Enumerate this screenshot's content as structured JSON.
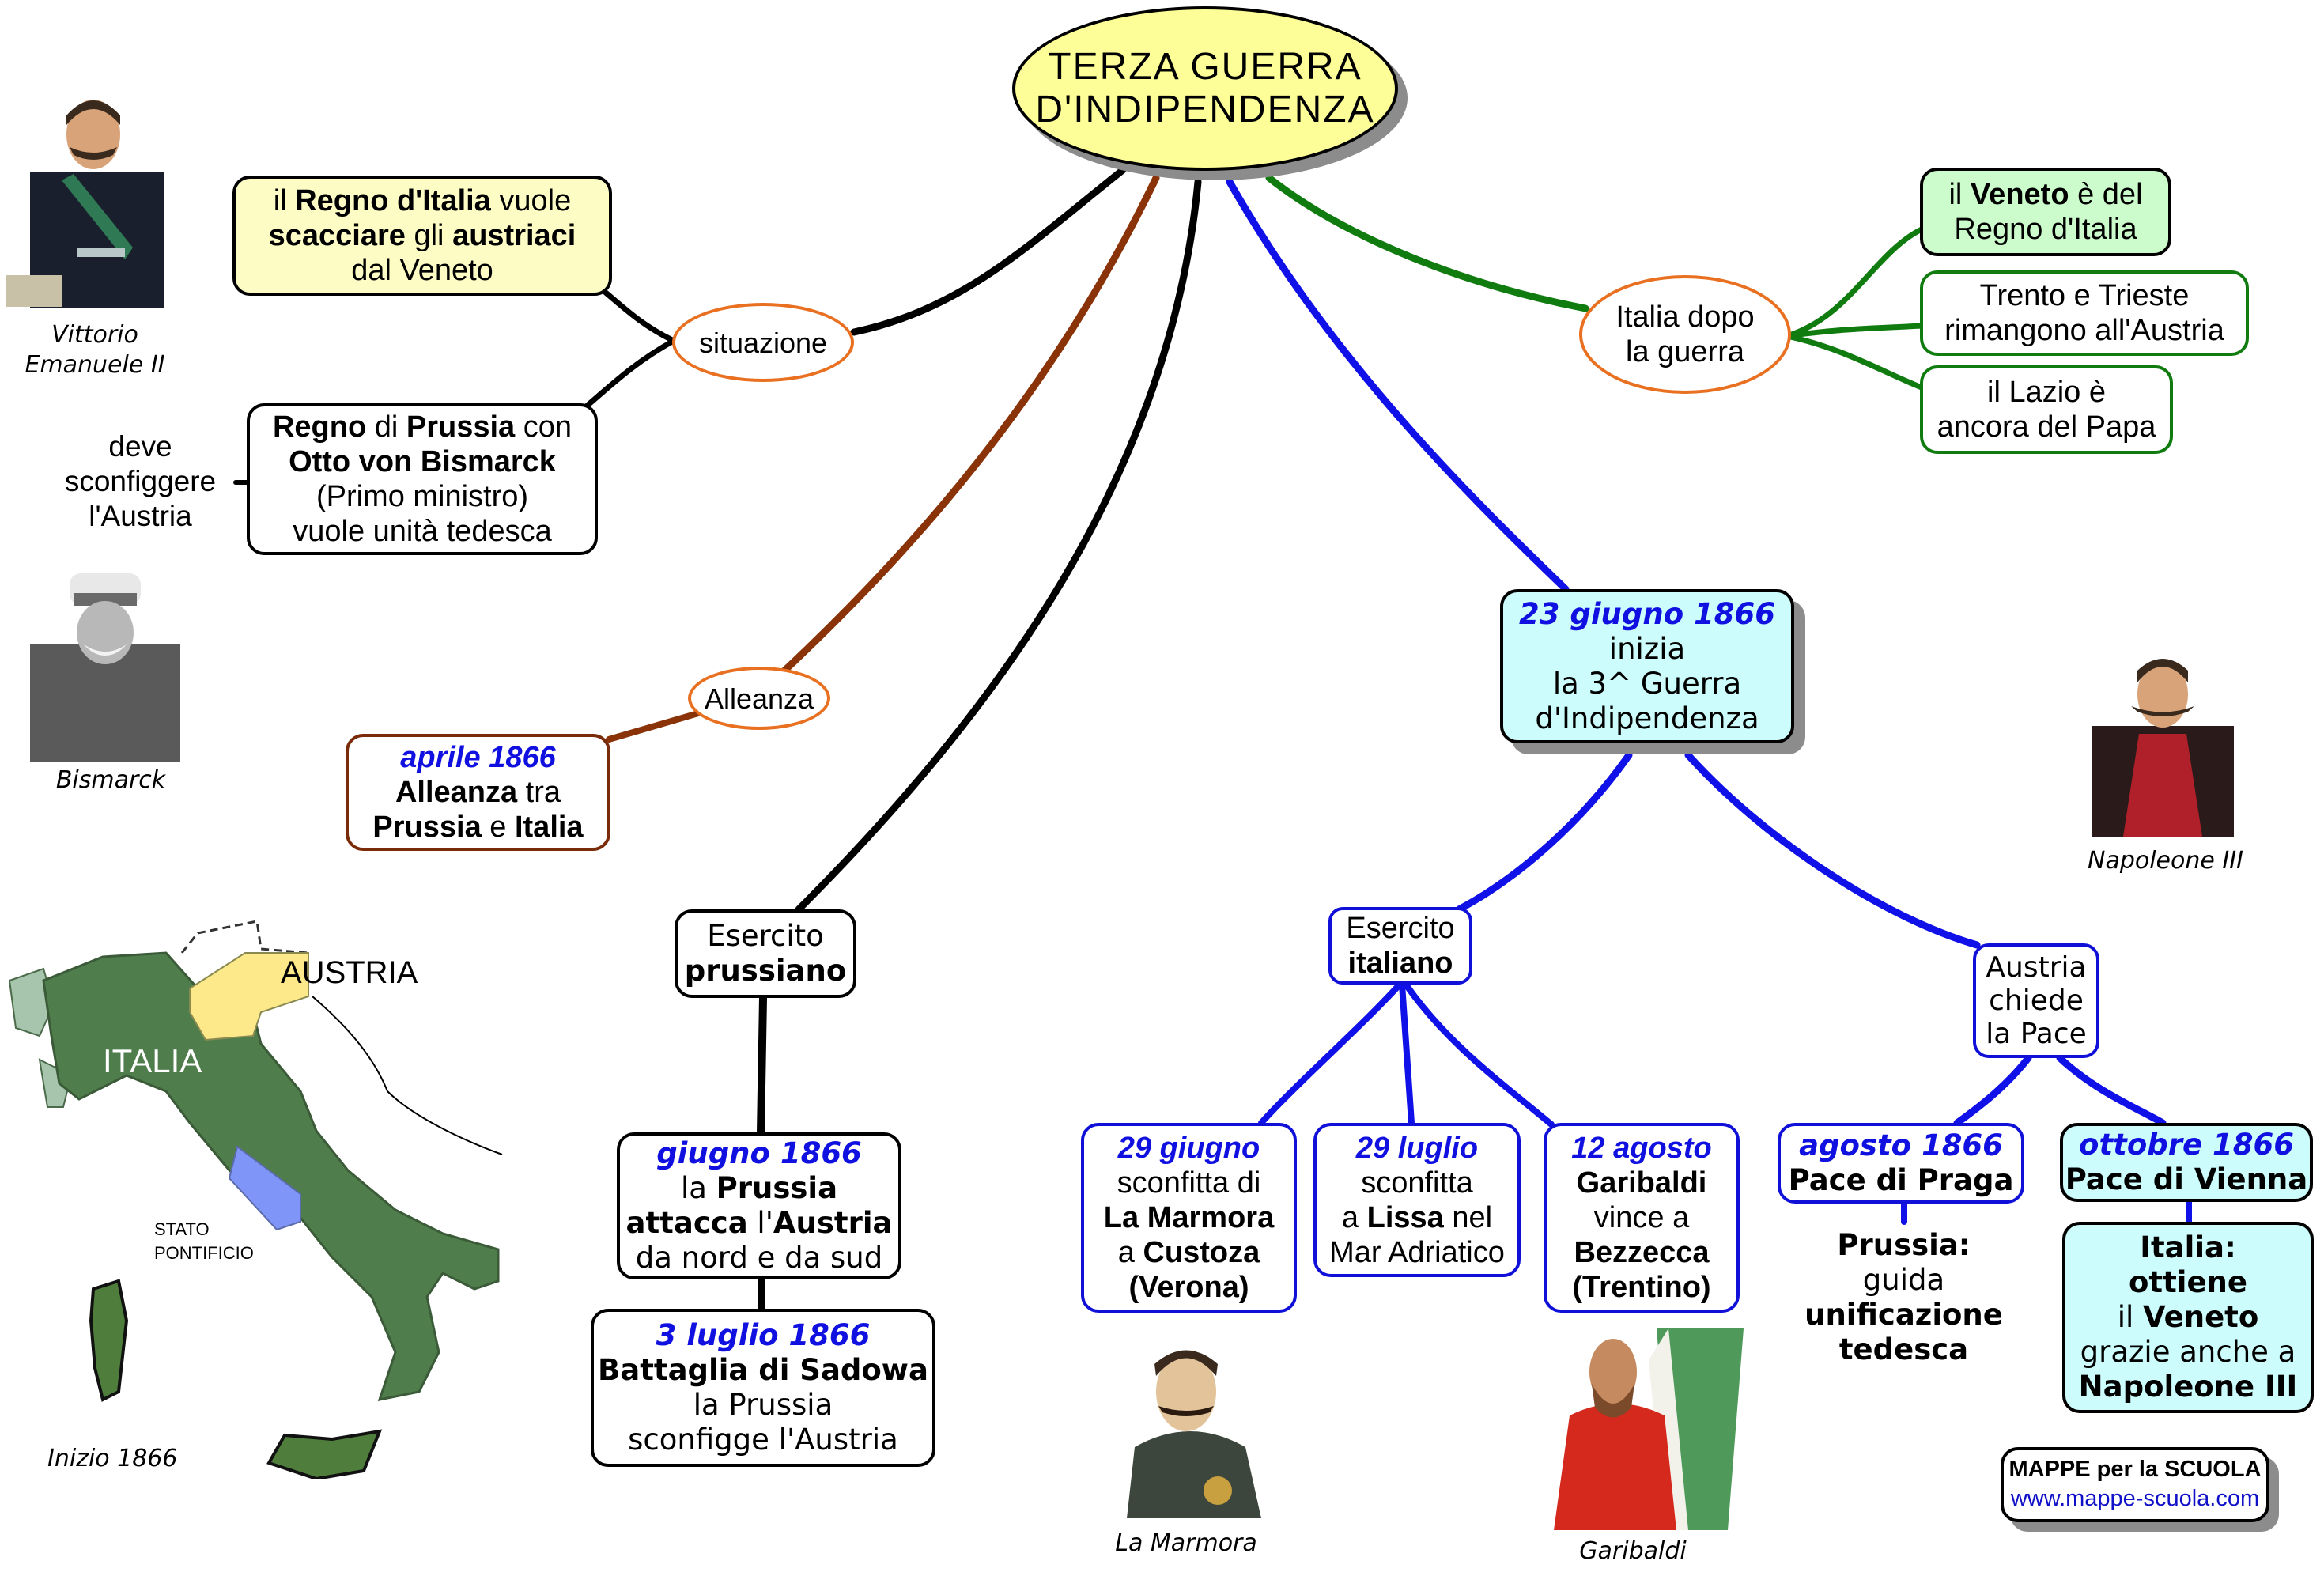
{
  "title": {
    "line1": "TERZA GUERRA",
    "line2": "D'INDIPENDENZA"
  },
  "colors": {
    "title_fill": "#fefe98",
    "date_text": "#1010e0",
    "link_black": "#000000",
    "link_brown": "#8a3208",
    "link_blue": "#1010e8",
    "link_green": "#107c10",
    "oval_border": "#e87020",
    "yellow_box": "#fdfcc4",
    "green_box": "#ccfccc",
    "cyan_box": "#ccfcfc"
  },
  "situazione": {
    "label": "situazione",
    "italia_box": {
      "w1": "il ",
      "b1": "Regno d'Italia",
      "w2": " vuole",
      "b2": "scacciare",
      "w3": " gli ",
      "b3": "austriaci",
      "w4": "dal Veneto"
    },
    "prussia_box": {
      "b1": "Regno",
      "w1": " di ",
      "b2": "Prussia",
      "w2": " con",
      "b3": "Otto von Bismarck",
      "w3": "(Primo ministro)",
      "w4": "vuole unità tedesca"
    },
    "side_note": [
      "deve",
      "sconfiggere",
      "l'Austria"
    ]
  },
  "alleanza": {
    "label": "Alleanza",
    "box": {
      "date": "aprile 1866",
      "b1": "Alleanza",
      "w1": " tra",
      "b2": "Prussia",
      "w2": " e ",
      "b3": "Italia"
    }
  },
  "esercito_prussiano": {
    "label_w": "Esercito",
    "label_b": "prussiano",
    "giugno": {
      "date": "giugno 1866",
      "w1": "la ",
      "b1": "Prussia",
      "b2": "attacca",
      "w2": " l'",
      "b3": "Austria",
      "w3": "da nord e da sud"
    },
    "sadowa": {
      "date": "3 luglio 1866",
      "b1": "Battaglia di Sadowa",
      "w1": "la Prussia",
      "w2": "sconfigge l'Austria"
    }
  },
  "inizio_guerra": {
    "date": "23 giugno 1866",
    "l1": "inizia",
    "l2": "la 3^ Guerra",
    "l3": "d'Indipendenza"
  },
  "esercito_italiano": {
    "label_w": "Esercito",
    "label_b": "italiano",
    "custoza": {
      "date": "29 giugno",
      "w1": "sconfitta di",
      "b1": "La Marmora",
      "w2": "a ",
      "b2": "Custoza",
      "b3": "(Verona)"
    },
    "lissa": {
      "date": "29 luglio",
      "w1": "sconfitta",
      "w2": "a ",
      "b1": "Lissa",
      "w3": " nel",
      "w4": "Mar Adriatico"
    },
    "bezzecca": {
      "date": "12  agosto",
      "b1": "Garibaldi",
      "w1": "vince a",
      "b2": "Bezzecca",
      "b3": "(Trentino)"
    }
  },
  "austria_pace": {
    "l1": "Austria",
    "l2": "chiede",
    "l3": "la Pace",
    "praga": {
      "date": "agosto 1866",
      "b1": "Pace di Praga"
    },
    "praga_note": {
      "b1": "Prussia:",
      "w1": "guida",
      "b2": "unificazione",
      "b3": "tedesca"
    },
    "vienna": {
      "date": "ottobre 1866",
      "b1": "Pace di Vienna"
    },
    "vienna_note": {
      "b1": "Italia:",
      "b2": "ottiene",
      "w1": "il ",
      "b3": "Veneto",
      "w2": "grazie anche a",
      "b4": "Napoleone III"
    }
  },
  "dopo_guerra": {
    "label_l1": "Italia dopo",
    "label_l2": "la guerra",
    "veneto": {
      "w1": "il ",
      "b1": "Veneto",
      "w2": " è del",
      "w3": "Regno d'Italia"
    },
    "trento": {
      "l1": "Trento e Trieste",
      "l2": "rimangono all'Austria"
    },
    "lazio": {
      "l1": "il Lazio è",
      "l2": "ancora del Papa"
    }
  },
  "captions": {
    "vittorio": [
      "Vittorio",
      "Emanuele II"
    ],
    "bismarck": "Bismarck",
    "napoleone": "Napoleone III",
    "lamarmora": "La Marmora",
    "garibaldi": "Garibaldi",
    "map": "Inizio 1866"
  },
  "map": {
    "label_italia": "ITALIA",
    "label_austria": "AUSTRIA",
    "label_stato1": "STATO",
    "label_stato2": "PONTIFICIO"
  },
  "brand": {
    "name": "MAPPE per la SCUOLA",
    "url": "www.mappe-scuola.com"
  }
}
